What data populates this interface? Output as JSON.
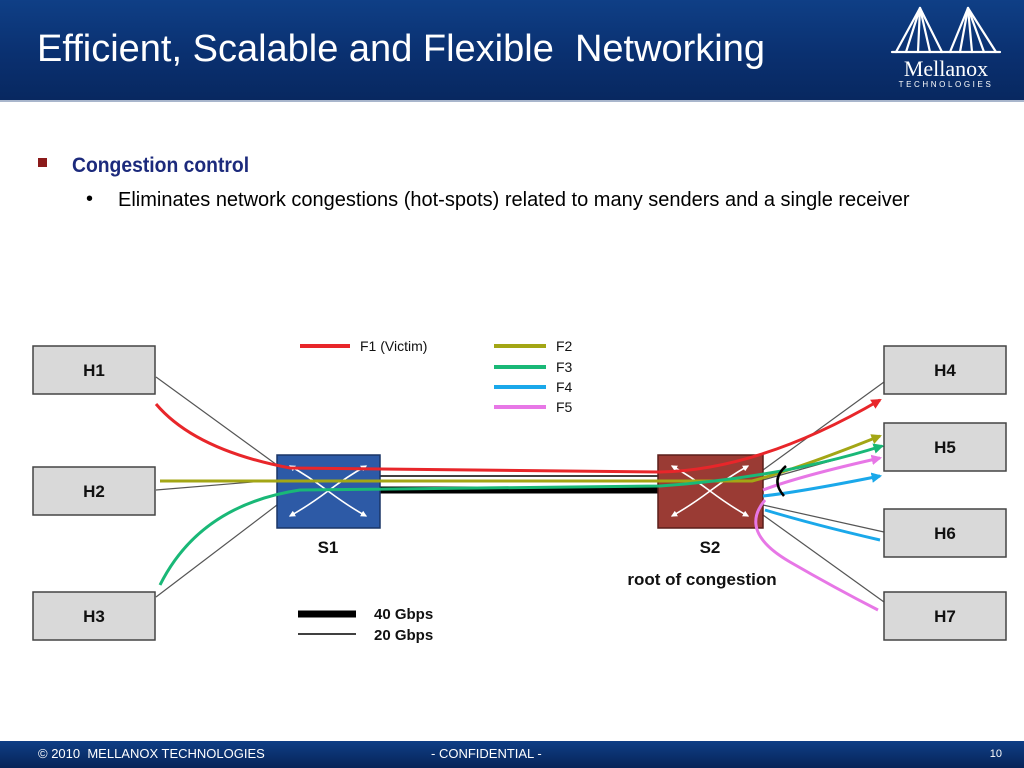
{
  "slide": {
    "title": "Efficient, Scalable and Flexible  Networking",
    "logo": {
      "name": "Mellanox",
      "tagline": "TECHNOLOGIES"
    },
    "bullets": [
      {
        "text": "Congestion control",
        "sub": [
          "Eliminates network congestions (hot-spots) related to many senders and a single receiver"
        ]
      }
    ]
  },
  "diagram": {
    "hosts": [
      "H1",
      "H2",
      "H3",
      "H4",
      "H5",
      "H6",
      "H7"
    ],
    "switches": [
      "S1",
      "S2"
    ],
    "root_label": "root of congestion",
    "flows": [
      {
        "label": "F1 (Victim)",
        "color": "#e8262a"
      },
      {
        "label": "F2",
        "color": "#a3a615"
      },
      {
        "label": "F3",
        "color": "#19b877"
      },
      {
        "label": "F4",
        "color": "#1aa8ea"
      },
      {
        "label": "F5",
        "color": "#e777e6"
      }
    ],
    "links": [
      {
        "label": "40 Gbps",
        "style": "thick"
      },
      {
        "label": "20 Gbps",
        "style": "thin"
      }
    ],
    "colors": {
      "switch1": "#2d5aa6",
      "switch2": "#9a3b34",
      "host_fill": "#d9d9d9"
    }
  },
  "footer": {
    "copyright": "© 2010  MELLANOX TECHNOLOGIES",
    "confidential": "- CONFIDENTIAL -",
    "page": "10"
  }
}
